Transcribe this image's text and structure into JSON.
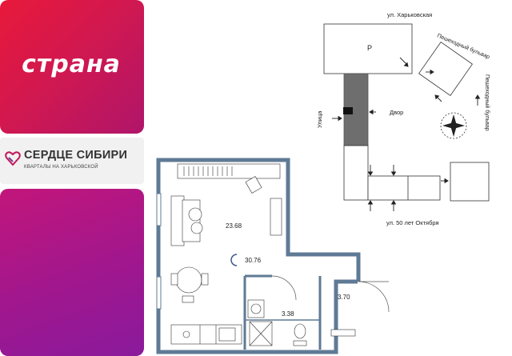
{
  "brand": {
    "logo_text": "страна"
  },
  "project": {
    "name": "СЕРДЦЕ СИБИРИ",
    "subtitle": "КВАРТАЛЫ НА ХАРЬКОВСКОЙ"
  },
  "site_plan": {
    "street_top": "ул. Харьковская",
    "boulevard_1": "Пешеходный бульвар",
    "boulevard_2": "Пешеходный бульвар",
    "street_left": "Улица",
    "yard": "Двор",
    "street_bottom": "ул. 50 лет Октября",
    "parking_mark": "P"
  },
  "floor_plan": {
    "total_area": "30.76",
    "room_living": "23.68",
    "room_hall": "3.70",
    "room_bath": "3.38"
  },
  "colors": {
    "brand_red": "#e8193a",
    "brand_purple": "#8a1a9c",
    "wall": "#5f7a94",
    "highlight_building": "#6e6e6e"
  }
}
